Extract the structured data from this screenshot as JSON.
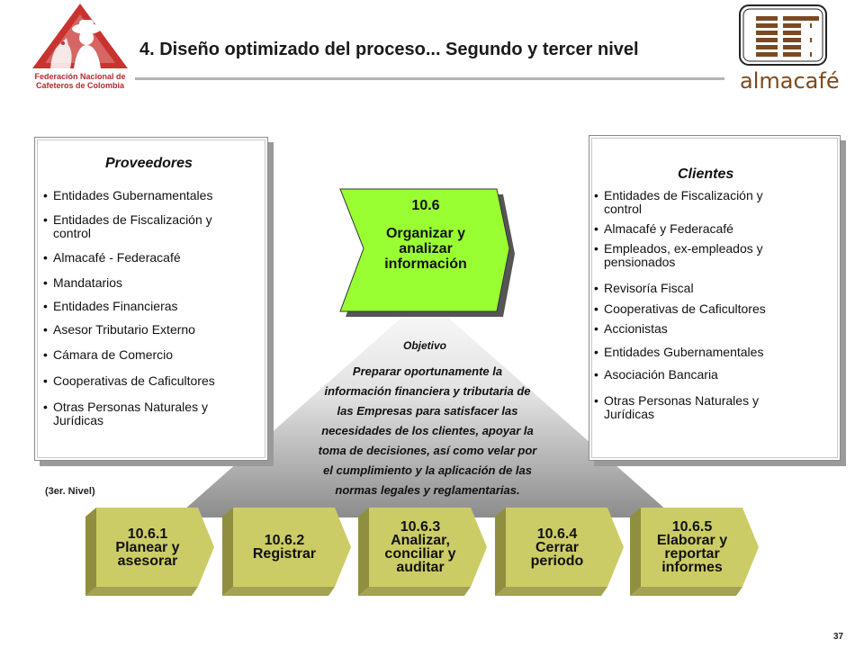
{
  "header": {
    "title": "4. Diseño optimizado del proceso... Segundo y tercer nivel",
    "logo_left": {
      "name": "federacion-cafeteros-logo",
      "text_lines": [
        "Federación Nacional de",
        "Cafeteros de Colombia"
      ]
    },
    "logo_right": {
      "name": "almacafe-logo",
      "text": "almacafé"
    }
  },
  "proveedores": {
    "title": "Proveedores",
    "items": [
      [
        "Entidades Gubernamentales"
      ],
      [
        "Entidades de Fiscalización y",
        "control"
      ],
      [
        "Almacafé - Federacafé"
      ],
      [
        "Mandatarios"
      ],
      [
        "Entidades Financieras"
      ],
      [
        "Asesor Tributario Externo"
      ],
      [
        "Cámara de Comercio"
      ],
      [
        "Cooperativas de Caficultores"
      ],
      [
        "Otras Personas Naturales y",
        "Jurídicas"
      ]
    ]
  },
  "clientes": {
    "title": "Clientes",
    "items": [
      [
        "Entidades de Fiscalización y",
        "control"
      ],
      [
        "Almacafé y Federacafé"
      ],
      [
        "Empleados, ex-empleados y",
        "pensionados"
      ],
      [
        "Revisoría Fiscal"
      ],
      [
        "Cooperativas de Caficultores"
      ],
      [
        "Accionistas"
      ],
      [
        "Entidades Gubernamentales"
      ],
      [
        "Asociación Bancaria"
      ],
      [
        "Otras Personas Naturales y",
        "Jurídicas"
      ]
    ]
  },
  "central_process": {
    "number": "10.6",
    "label_lines": [
      "Organizar y",
      "analizar",
      "información"
    ],
    "fill_color": "#99ff33"
  },
  "objective": {
    "title": "Objetivo",
    "lines": [
      "Preparar oportunamente la",
      "información financiera y tributaria de",
      "las Empresas para satisfacer las",
      "necesidades de los clientes, apoyar la",
      "toma de decisiones, así como velar por",
      "el cumplimiento y la aplicación de las",
      "normas legales y reglamentarias."
    ]
  },
  "level_label": "(3er. Nivel)",
  "subprocesses": [
    {
      "lines": [
        "10.6.1",
        "Planear y",
        "asesorar"
      ]
    },
    {
      "lines": [
        "10.6.2",
        "Registrar"
      ]
    },
    {
      "lines": [
        "10.6.3",
        "Analizar,",
        "conciliar y",
        "auditar"
      ]
    },
    {
      "lines": [
        "10.6.4",
        "Cerrar",
        "periodo"
      ]
    },
    {
      "lines": [
        "10.6.5",
        "Elaborar y",
        "reportar",
        "informes"
      ]
    }
  ],
  "colors": {
    "subprocess_face": "#cccc66",
    "subprocess_side": "#8f8f3f",
    "central_face": "#99ff33",
    "triangle_top": "#f2f2f2",
    "triangle_bottom": "#8c8c8c",
    "logo_red": "#b3292b"
  },
  "page_number": "37"
}
